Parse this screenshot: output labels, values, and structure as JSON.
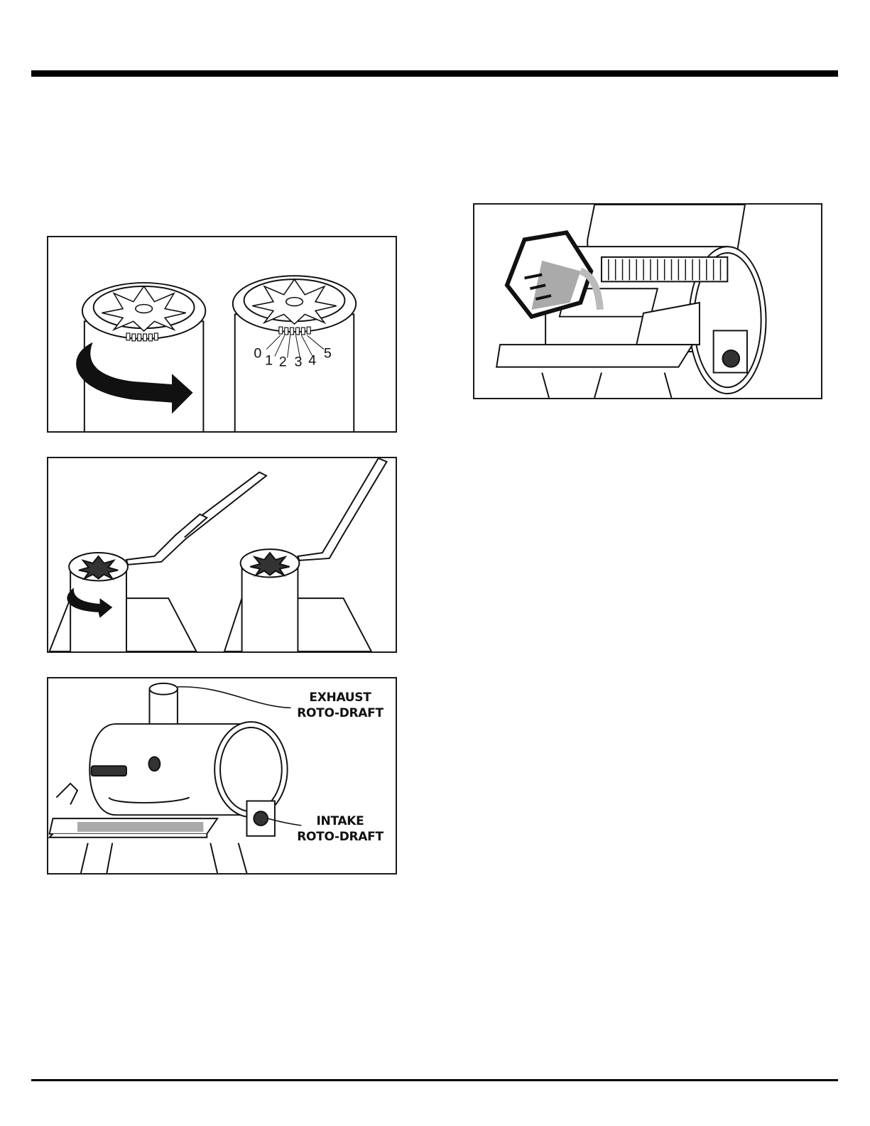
{
  "callouts": {
    "exhaust": [
      "EXHAUST",
      "ROTO-DRAFT"
    ],
    "intake": [
      "INTAKE",
      "ROTO-DRAFT"
    ]
  },
  "damper_scale": [
    "0",
    "1",
    "2",
    "3",
    "4",
    "5"
  ]
}
